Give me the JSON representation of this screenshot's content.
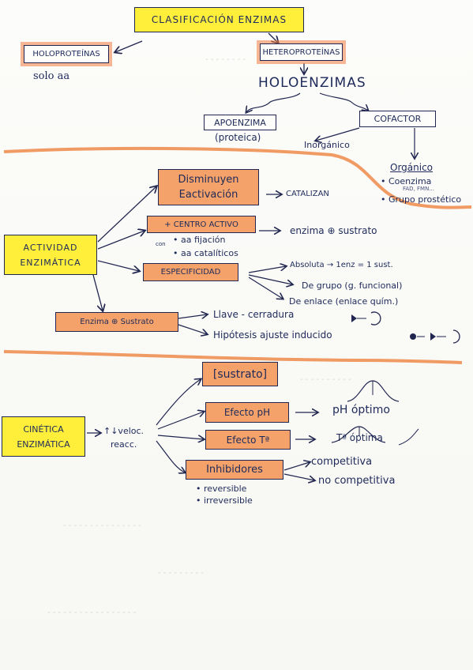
{
  "title": "CLASIFICACIÓN ENZIMAS",
  "top": {
    "holoproteinas": "HOLOPROTEÍNAS",
    "holoproteinas_note": "solo aa",
    "heteroproteinas": "HETEROPROTEÍNAS",
    "holoenzimas": "HOLOENZIMAS",
    "apoenzima": "APOENZIMA",
    "apoenzima_note": "(proteica)",
    "cofactor": "COFACTOR",
    "inorganico": "Inorgánico",
    "organico": "Orgánico",
    "coenzima": "• Coenzima",
    "coenzima_note": "FAD, FMN...",
    "grupo_prostetico": "• Grupo prostético"
  },
  "actividad": {
    "label_line1": "ACTIVIDAD",
    "label_line2": "ENZIMÁTICA",
    "disminuyen_line1": "Disminuyen",
    "disminuyen_line2": "Eactivación",
    "catalizan": "CATALIZAN",
    "centro_activo": "+ CENTRO ACTIVO",
    "centro_con": "con",
    "centro_item1": "• aa fijación",
    "centro_item2": "• aa catalíticos",
    "enzima_sustrato_arrow": "enzima ⊕ sustrato",
    "especificidad": "ESPECIFICIDAD",
    "absoluta": "Absoluta → 1enz = 1 sust.",
    "de_grupo": "De grupo (g. funcional)",
    "de_enlace": "De enlace (enlace quím.)",
    "enzima_sustrato_box": "Enzima ⊕ Sustrato",
    "llave": "Llave - cerradura",
    "hipotesis": "Hipótesis ajuste inducido"
  },
  "cinetica": {
    "label_line1": "CINÉTICA",
    "label_line2": "ENZIMÁTICA",
    "veloc_line1": "↑↓veloc.",
    "veloc_line2": "reacc.",
    "sustrato": "[sustrato]",
    "efecto_ph": "Efecto pH",
    "ph_optimo": "pH óptimo",
    "efecto_t": "Efecto Tª",
    "t_optima": "Tª óptima",
    "inhibidores": "Inhibidores",
    "reversible": "• reversible",
    "irreversible": "• irreversible",
    "competitiva": "competitiva",
    "no_competitiva": "no competitiva"
  },
  "colors": {
    "ink": "#1e2a5a",
    "yellow_box": "#ffef3a",
    "orange_box": "#f4a26a",
    "orange_band": "#ef8a4a"
  }
}
